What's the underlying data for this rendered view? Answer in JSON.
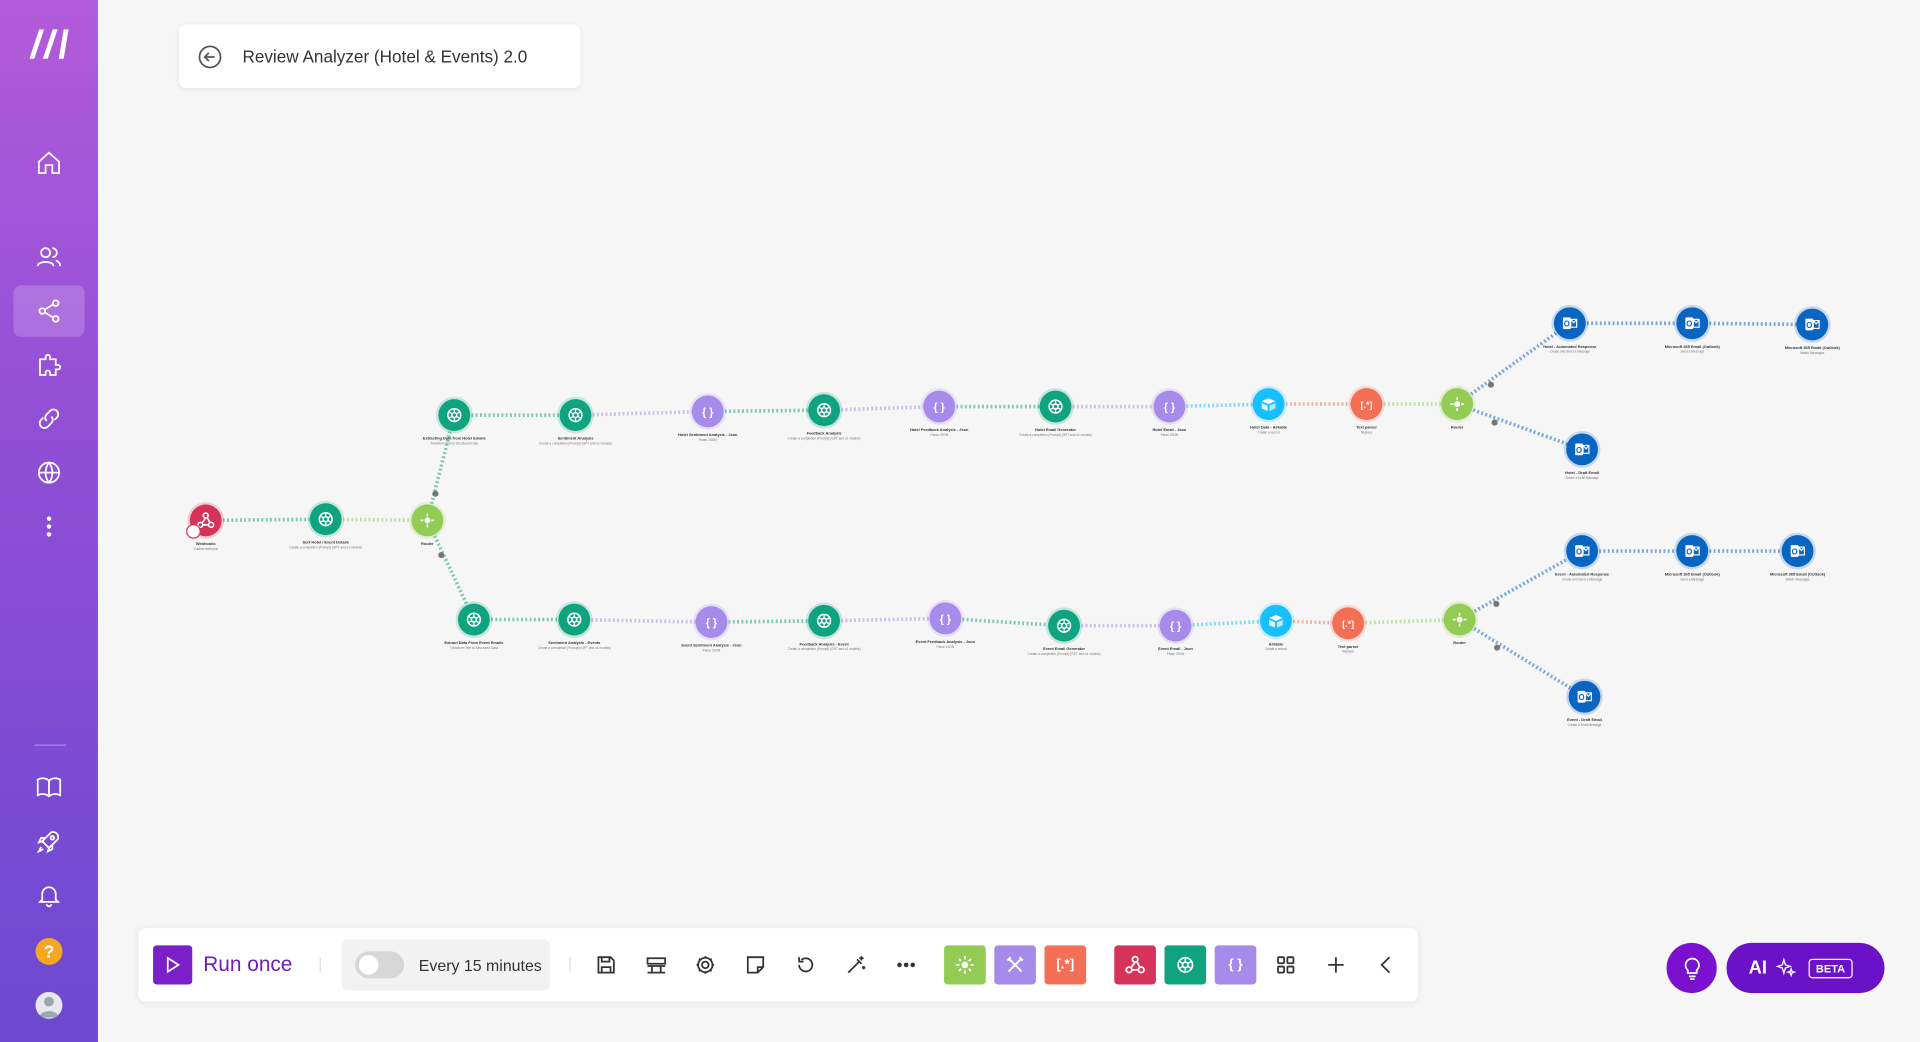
{
  "scenario": {
    "title": "Review Analyzer (Hotel & Events) 2.0"
  },
  "sidebar": {
    "items": [
      {
        "name": "home"
      },
      {
        "name": "team"
      },
      {
        "name": "scenarios"
      },
      {
        "name": "templates"
      },
      {
        "name": "connections"
      },
      {
        "name": "webhooks"
      },
      {
        "name": "more"
      }
    ],
    "bottom": [
      {
        "name": "docs"
      },
      {
        "name": "whats-new"
      },
      {
        "name": "notifications"
      },
      {
        "name": "help"
      },
      {
        "name": "profile"
      }
    ]
  },
  "colors": {
    "openai": "#10a37f",
    "json": "#a78bea",
    "router": "#93cc55",
    "webhook": "#d6335a",
    "airtable": "#18bfff",
    "text_parser": "#f36f56",
    "outlook": "#0a64c2"
  },
  "nodes": [
    {
      "id": "wh",
      "type": "webhook",
      "label": "Webhooks",
      "sub": "Custom webhook"
    },
    {
      "id": "sort",
      "type": "openai",
      "label": "Sort Hotel / Event Details",
      "sub": "Create a completion (Prompt) (GPT and o1 models)"
    },
    {
      "id": "r0",
      "type": "router",
      "label": "Router",
      "sub": ""
    },
    {
      "id": "h1",
      "type": "openai",
      "label": "Extracting Data from Hotel Emails",
      "sub": "Transform Text to Structured Data"
    },
    {
      "id": "h2",
      "type": "openai",
      "label": "Sentiment Analysis",
      "sub": "Create a completion (Prompt) (GPT and o1 models)"
    },
    {
      "id": "h3",
      "type": "json",
      "label": "Hotel Sentiment Analysis - Json",
      "sub": "Parse JSON"
    },
    {
      "id": "h4",
      "type": "openai",
      "label": "Feedback Analysis",
      "sub": "Create a completion (Prompt) (GPT and o1 models)"
    },
    {
      "id": "h5",
      "type": "json",
      "label": "Hotel Feedback Analysis - Json",
      "sub": "Parse JSON"
    },
    {
      "id": "h6",
      "type": "openai",
      "label": "Hotel Email Generator",
      "sub": "Create a completion (Prompt) (GPT and o1 models)"
    },
    {
      "id": "h7",
      "type": "json",
      "label": "Hotel Email - Json",
      "sub": "Parse JSON"
    },
    {
      "id": "h8",
      "type": "airtable",
      "label": "Hotel Data - Airtable",
      "sub": "Create a record"
    },
    {
      "id": "h9",
      "type": "text_parser",
      "label": "Text parser",
      "sub": "Replace"
    },
    {
      "id": "hr",
      "type": "router",
      "label": "Router",
      "sub": ""
    },
    {
      "id": "ha1",
      "type": "outlook",
      "label": "Hotel - Automated Response",
      "sub": "Create and Send a Message"
    },
    {
      "id": "ha2",
      "type": "outlook",
      "label": "Microsoft 365 Email (Outlook)",
      "sub": "Send a Message"
    },
    {
      "id": "ha3",
      "type": "outlook",
      "label": "Microsoft 365 Email (Outlook)",
      "sub": "Watch Messages"
    },
    {
      "id": "hd",
      "type": "outlook",
      "label": "Hotel - Draft Email",
      "sub": "Create a Draft Message"
    },
    {
      "id": "e1",
      "type": "openai",
      "label": "Extract Data From Event Emails",
      "sub": "Transform Text to Structured Data"
    },
    {
      "id": "e2",
      "type": "openai",
      "label": "Sentiment Analysis - Events",
      "sub": "Create a completion (Prompt) (GPT and o1 models)"
    },
    {
      "id": "e3",
      "type": "json",
      "label": "Event Sentiment Analysis - Json",
      "sub": "Parse JSON"
    },
    {
      "id": "e4",
      "type": "openai",
      "label": "Feedback Analysis - Event",
      "sub": "Create a completion (Prompt) (GPT and o1 models)"
    },
    {
      "id": "e5",
      "type": "json",
      "label": "Event Feedback Analysis - Json",
      "sub": "Parse JSON"
    },
    {
      "id": "e6",
      "type": "openai",
      "label": "Event Email Generator",
      "sub": "Create a completion (Prompt) (GPT and o1 models)"
    },
    {
      "id": "e7",
      "type": "json",
      "label": "Event Email - Json",
      "sub": "Parse JSON"
    },
    {
      "id": "e8",
      "type": "airtable",
      "label": "Airtable",
      "sub": "Create a record"
    },
    {
      "id": "e9",
      "type": "text_parser",
      "label": "Text parser",
      "sub": "Replace"
    },
    {
      "id": "er",
      "type": "router",
      "label": "Router",
      "sub": ""
    },
    {
      "id": "ea1",
      "type": "outlook",
      "label": "Event - Automated Response",
      "sub": "Create and Send a Message"
    },
    {
      "id": "ea2",
      "type": "outlook",
      "label": "Microsoft 365 Email (Outlook)",
      "sub": "Send a Message"
    },
    {
      "id": "ea3",
      "type": "outlook",
      "label": "Microsoft 365 Email (Outlook)",
      "sub": "Watch Messages"
    },
    {
      "id": "ed",
      "type": "outlook",
      "label": "Event - Draft Email",
      "sub": "Create a Draft Message"
    }
  ],
  "edges": [
    [
      "wh",
      "sort"
    ],
    [
      "sort",
      "r0"
    ],
    [
      "r0",
      "h1"
    ],
    [
      "r0",
      "e1"
    ],
    [
      "h1",
      "h2"
    ],
    [
      "h2",
      "h3"
    ],
    [
      "h3",
      "h4"
    ],
    [
      "h4",
      "h5"
    ],
    [
      "h5",
      "h6"
    ],
    [
      "h6",
      "h7"
    ],
    [
      "h7",
      "h8"
    ],
    [
      "h8",
      "h9"
    ],
    [
      "h9",
      "hr"
    ],
    [
      "hr",
      "ha1"
    ],
    [
      "ha1",
      "ha2"
    ],
    [
      "ha2",
      "ha3"
    ],
    [
      "hr",
      "hd"
    ],
    [
      "e1",
      "e2"
    ],
    [
      "e2",
      "e3"
    ],
    [
      "e3",
      "e4"
    ],
    [
      "e4",
      "e5"
    ],
    [
      "e5",
      "e6"
    ],
    [
      "e6",
      "e7"
    ],
    [
      "e7",
      "e8"
    ],
    [
      "e8",
      "e9"
    ],
    [
      "e9",
      "er"
    ],
    [
      "er",
      "ea1"
    ],
    [
      "ea1",
      "ea2"
    ],
    [
      "ea2",
      "ea3"
    ],
    [
      "er",
      "ed"
    ]
  ],
  "toolbar": {
    "run_label": "Run once",
    "schedule_label": "Every 15 minutes",
    "schedule_on": false,
    "tools": [
      "save-icon",
      "scheduling-settings-icon",
      "settings-icon",
      "notes-icon",
      "history-icon",
      "auto-align-icon",
      "more-icon"
    ],
    "favorites": [
      {
        "type": "router",
        "glyph": "router-icon"
      },
      {
        "type": "json",
        "glyph": "tools-icon"
      },
      {
        "type": "text_parser",
        "glyph": "[.]"
      },
      {
        "type": "webhook",
        "glyph": "webhook-icon"
      },
      {
        "type": "openai",
        "glyph": "openai-icon"
      },
      {
        "type": "json",
        "glyph": "{ }"
      }
    ]
  },
  "ai": {
    "label": "AI",
    "badge": "BETA"
  }
}
